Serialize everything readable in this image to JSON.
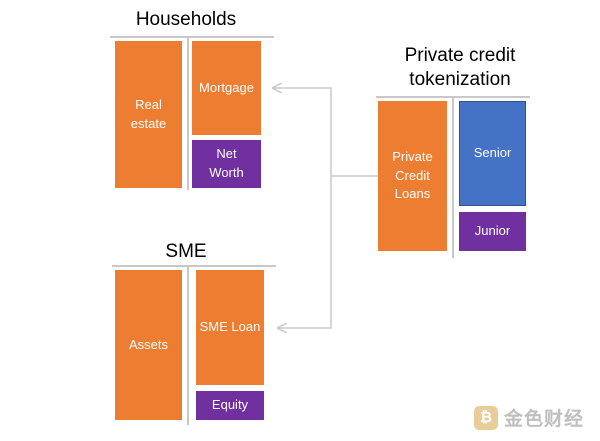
{
  "households": {
    "title": "Households",
    "real_estate": "Real\nestate",
    "mortgage": "Mortgage",
    "net_worth": "Net\nWorth"
  },
  "sme": {
    "title": "SME",
    "assets": "Assets",
    "sme_loan": "SME Loan",
    "equity": "Equity"
  },
  "private_credit": {
    "title": "Private credit\ntokenization",
    "loans": "Private\nCredit\nLoans",
    "senior": "Senior",
    "junior": "Junior"
  },
  "colors": {
    "asset": "#ed7d31",
    "equity": "#7030a0",
    "senior": "#4472c4",
    "connector": "#c8c8c8"
  },
  "watermark": {
    "text": "金色财经",
    "icon": "jinse-logo-icon"
  }
}
